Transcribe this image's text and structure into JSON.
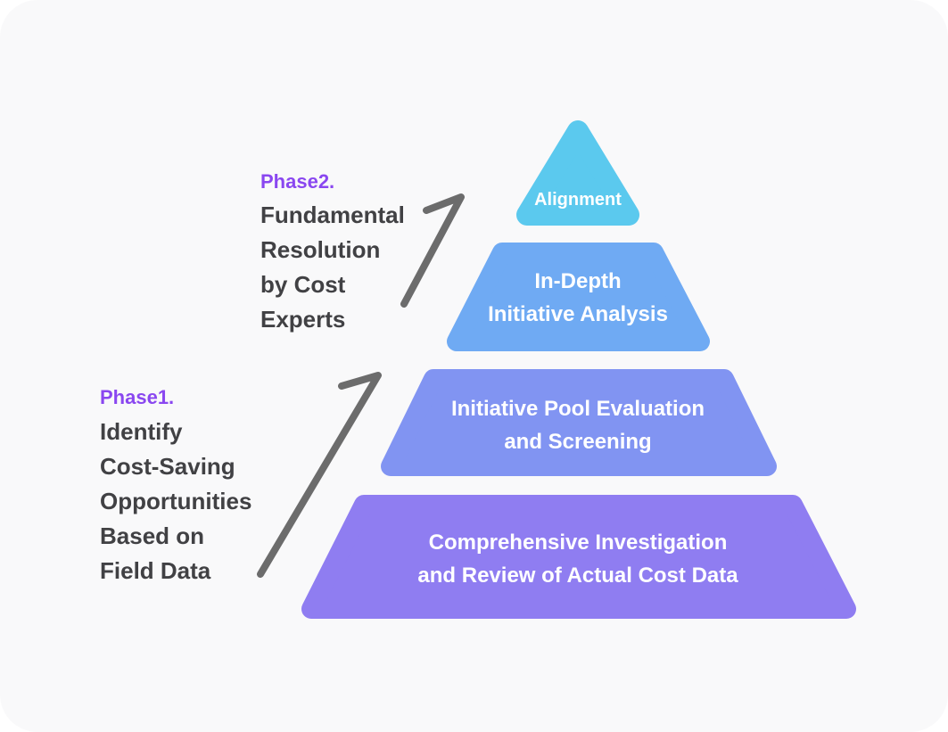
{
  "diagram": {
    "title_semantics": "cost-reduction phased pyramid diagram",
    "background": {
      "page_color": "#ffffff",
      "card_color": "#f9f9fa"
    },
    "accent_color": "#8a47f0",
    "text_color": "#414144",
    "arrow_color": "#6c6c6c",
    "phases": [
      {
        "label": "Phase1.",
        "description": "Identify\nCost-Saving\nOpportunities\nBased on\nField Data"
      },
      {
        "label": "Phase2.",
        "description": "Fundamental\nResolution\nby Cost\nExperts"
      }
    ],
    "pyramid_levels": [
      {
        "title": "Alignment",
        "color": "#5bc9ee"
      },
      {
        "title": "In-Depth\nInitiative Analysis",
        "color": "#6faaf3"
      },
      {
        "title": "Initiative Pool Evaluation\nand Screening",
        "color": "#8194f2"
      },
      {
        "title": "Comprehensive Investigation\nand Review of Actual Cost Data",
        "color": "#8f7df1"
      }
    ]
  }
}
